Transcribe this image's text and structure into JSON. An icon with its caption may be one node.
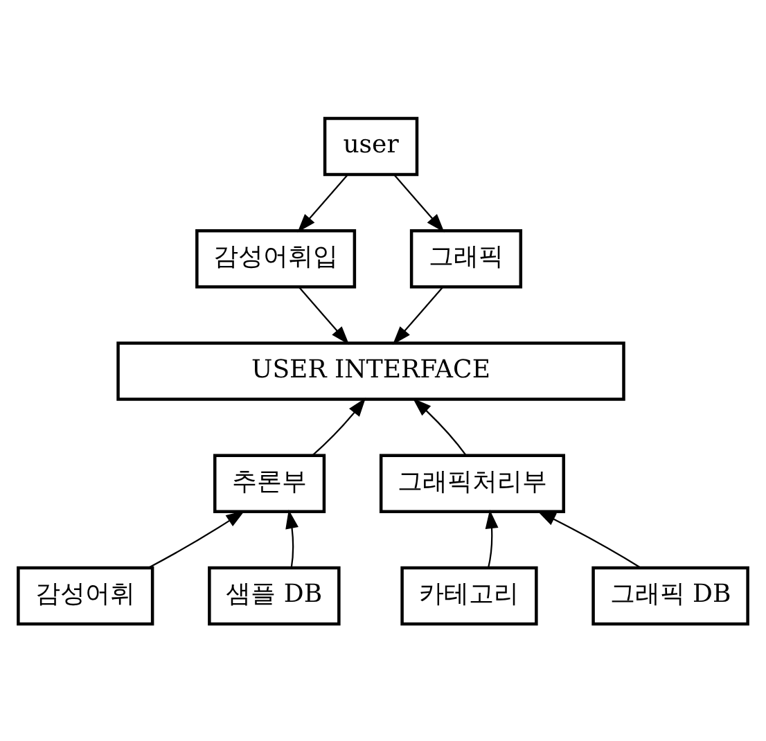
{
  "diagram": {
    "nodes": [
      {
        "text": [
          "user"
        ]
      },
      {
        "text": [
          "감성어휘입"
        ]
      },
      {
        "text": [
          "그래픽"
        ]
      },
      {
        "text": [
          "USER INTERFACE"
        ]
      },
      {
        "text": [
          "추론부"
        ]
      },
      {
        "text": [
          "그래픽처리부"
        ]
      },
      {
        "text": [
          "감성어휘"
        ]
      },
      {
        "text": [
          "샘플 DB"
        ]
      },
      {
        "text": [
          "카테고리"
        ]
      },
      {
        "text": [
          "그래픽 DB"
        ]
      }
    ],
    "edges": [
      {
        "from": 0,
        "to": 1,
        "arrow": "to"
      },
      {
        "from": 0,
        "to": 2,
        "arrow": "to"
      },
      {
        "from": 1,
        "to": 3,
        "arrow": "to"
      },
      {
        "from": 2,
        "to": 3,
        "arrow": "to"
      },
      {
        "from": 4,
        "to": 3,
        "arrow": "to"
      },
      {
        "from": 5,
        "to": 3,
        "arrow": "to"
      },
      {
        "from": 6,
        "to": 4,
        "arrow": "to"
      },
      {
        "from": 7,
        "to": 4,
        "arrow": "to"
      },
      {
        "from": 8,
        "to": 5,
        "arrow": "to"
      },
      {
        "from": 9,
        "to": 5,
        "arrow": "to"
      }
    ]
  }
}
